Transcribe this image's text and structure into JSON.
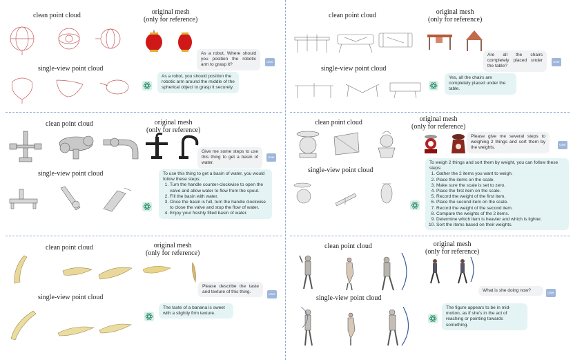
{
  "labels": {
    "clean": "clean point cloud",
    "single": "single-view point cloud",
    "mesh_line1": "original mesh",
    "mesh_line2": "(only for reference)",
    "user": "User"
  },
  "panels": [
    {
      "question": "As a robot, Where should you position the robotic arm to grasp it?",
      "answer": "As a robot, you should position the robotic arm around the middle of the spherical object to grasp it securely."
    },
    {
      "question": "Are all the chairs completely placed under the table?",
      "answer": "Yes, all the chairs are completely placed under the table."
    },
    {
      "question": "Give me some steps to use this thing to get a basin of water.",
      "answer_intro": "To use this thing to get a basin of water, you would follow these steps:",
      "steps": [
        "Turn the handle counter-clockwise to open the valve and allow water to flow from the spout.",
        "Fill the basin with water.",
        "Once the basin is full, turn the handle clockwise to close the valve and stop the flow of water.",
        "Enjoy your freshly filled basin of water."
      ]
    },
    {
      "question": "Please give me several steps to weighing 2 things and sort them by the weights.",
      "answer_intro": "To weigh 2 things and sort them by weight, you can follow these steps:",
      "steps": [
        "Gather the 2 items you want to weigh.",
        "Place the items on the scale.",
        "Make sure the scale is set to zero.",
        "Place the first item on the scale.",
        "Record the weight of the first item.",
        "Place the second item on the scale.",
        "Record the weight of the second item.",
        "Compare the weights of the 2 items.",
        "Determine which item is heavier and which is lighter.",
        "Sort the items based on their weights."
      ]
    },
    {
      "question": "Please describe the taste and texture of this thing.",
      "answer": "The taste of a banana is sweet with a slightly firm texture."
    },
    {
      "question": "What is she doing now?",
      "answer": "The figure appears to be in mid-motion, as if she's in the act of reaching or pointing towards something."
    }
  ],
  "colors": {
    "divider": "#8fa9d6",
    "question_bg": "#f1f2f4",
    "answer_bg": "#e4f4f4",
    "user_badge": "#9fb6dc",
    "lantern_red": "#d01818",
    "banana": "#e8d48a"
  }
}
